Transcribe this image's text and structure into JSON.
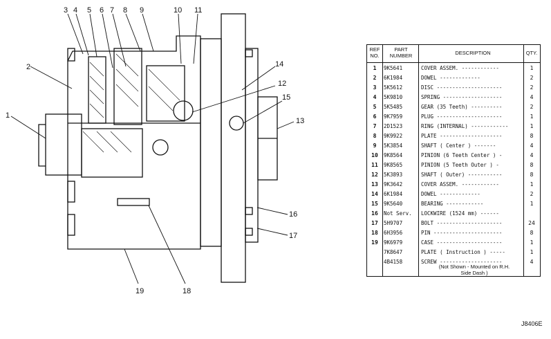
{
  "callouts": [
    "1",
    "2",
    "3",
    "4",
    "5",
    "6",
    "7",
    "8",
    "9",
    "10",
    "11",
    "12",
    "13",
    "14",
    "15",
    "16",
    "17",
    "18",
    "19"
  ],
  "table": {
    "headers": {
      "ref": "REF\nNO.",
      "part": "PART\nNUMBER",
      "desc": "DESCRIPTION",
      "qty": "QTY."
    },
    "rows": [
      {
        "ref": "1",
        "part": "9K5641",
        "desc": "COVER  ASSEM. ------------",
        "qty": "1"
      },
      {
        "ref": "2",
        "part": "6K1984",
        "desc": "     DOWEL -------------",
        "qty": "2"
      },
      {
        "ref": "3",
        "part": "5K5612",
        "desc": "DISC ---------------------",
        "qty": "2"
      },
      {
        "ref": "4",
        "part": "5K9810",
        "desc": "SPRING -------------------",
        "qty": "4"
      },
      {
        "ref": "5",
        "part": "5K5485",
        "desc": "GEAR  (35 Teeth) ----------",
        "qty": "2"
      },
      {
        "ref": "6",
        "part": "9K7959",
        "desc": "PLUG ---------------------",
        "qty": "1"
      },
      {
        "ref": "7",
        "part": "2D1523",
        "desc": "RING (INTERNAL) ------------",
        "qty": "1"
      },
      {
        "ref": "8",
        "part": "9K9922",
        "desc": "PLATE --------------------",
        "qty": "8"
      },
      {
        "ref": "9",
        "part": "5K3854",
        "desc": "SHAFT  ( Center ) -------",
        "qty": "4"
      },
      {
        "ref": "10",
        "part": "9K8564",
        "desc": "PINION (6 Teeth   Center ) -",
        "qty": "4"
      },
      {
        "ref": "11",
        "part": "9K8565",
        "desc": "PINION (5 Teeth   Outer ) -",
        "qty": "8"
      },
      {
        "ref": "12",
        "part": "5K3893",
        "desc": "SHAFT ( Outer) -----------",
        "qty": "8"
      },
      {
        "ref": "13",
        "part": "9K3642",
        "desc": "COVER  ASSEM. ------------",
        "qty": "1"
      },
      {
        "ref": "14",
        "part": "6K1984",
        "desc": "     DOWEL -------------",
        "qty": "2"
      },
      {
        "ref": "15",
        "part": "9K5640",
        "desc": "     BEARING ------------",
        "qty": "1"
      },
      {
        "ref": "16",
        "part": "Not Serv.",
        "desc": "LOCKWIRE (1524 mm) ------",
        "qty": ""
      },
      {
        "ref": "17",
        "part": "5H9707",
        "desc": "BOLT ---------------------",
        "qty": "24"
      },
      {
        "ref": "18",
        "part": "6H3956",
        "desc": "PIN ----------------------",
        "qty": "8"
      },
      {
        "ref": "19",
        "part": "9K6979",
        "desc": "CASE ---------------------",
        "qty": "1"
      },
      {
        "ref": "",
        "part": "7K8647",
        "desc": "PLATE ( Instruction ) -----",
        "qty": "1"
      },
      {
        "ref": "",
        "part": "4B4158",
        "desc": "SCREW --------------------",
        "qty": "4"
      }
    ],
    "note_line1": "(Not Shown - Mounted on R.H.",
    "note_line2": "Side Dash )"
  },
  "figure_id": "J8406E"
}
